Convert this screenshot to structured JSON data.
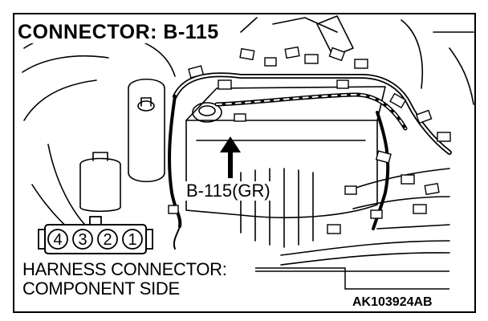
{
  "title": "CONNECTOR: B-115",
  "callout_label": "B-115(GR)",
  "connector_pins": [
    "4",
    "3",
    "2",
    "1"
  ],
  "harness_label": {
    "line1": "HARNESS CONNECTOR:",
    "line2": "COMPONENT SIDE"
  },
  "figure_code": "AK103924AB"
}
